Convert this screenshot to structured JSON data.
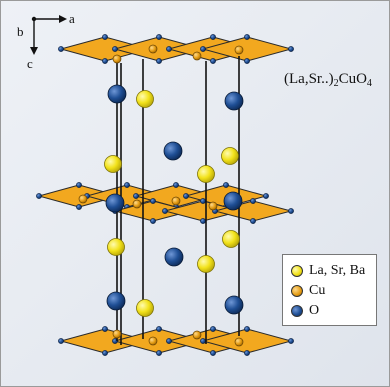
{
  "axes": {
    "a": "a",
    "b": "b",
    "c": "c"
  },
  "formula": {
    "text": "(La,Sr..)",
    "sub": "2",
    "tail": "CuO",
    "sub2": "4"
  },
  "legend": [
    {
      "label": "La, Sr, Ba",
      "color": "#f2e21a"
    },
    {
      "label": "Cu",
      "color": "#e39a10"
    },
    {
      "label": "O",
      "color": "#1f4f95"
    }
  ],
  "colors": {
    "octahedron_face": "#f2a81f",
    "octahedron_edge": "#2b2b2b",
    "la_atom": "#f2e21a",
    "cu_atom": "#e39a10",
    "o_atom": "#1f4f95",
    "bond": "#111111"
  }
}
